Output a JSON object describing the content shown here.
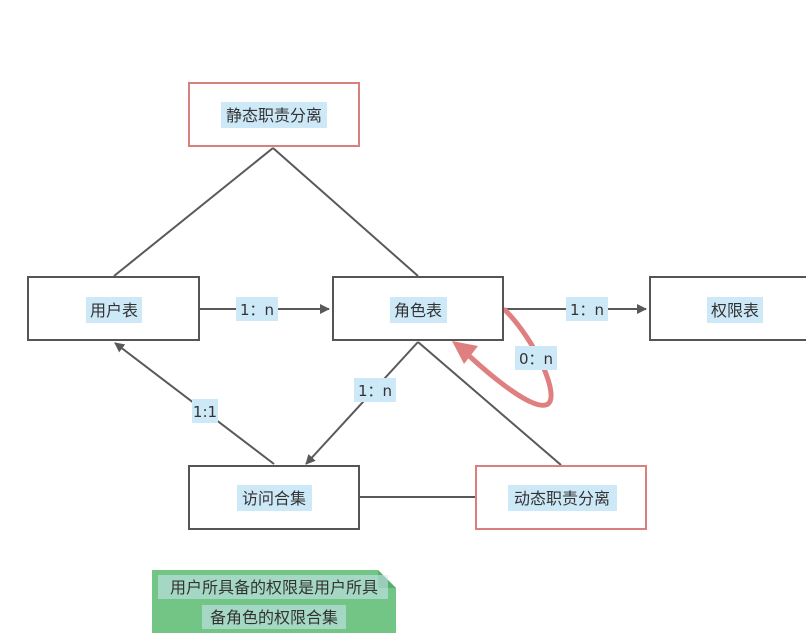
{
  "nodes": {
    "static_sod": "静态职责分离",
    "user_table": "用户表",
    "role_table": "角色表",
    "permission_table": "权限表",
    "access_set": "访问合集",
    "dynamic_sod": "动态职责分离"
  },
  "edges": {
    "user_role": "1：n",
    "role_permission": "1：n",
    "role_self": "0：n",
    "role_access": "1：n",
    "access_user": "1:1"
  },
  "note": {
    "line1": "用户所具备的权限是用户所具",
    "line2": "备角色的权限合集"
  },
  "colors": {
    "box_border": "#555555",
    "sod_border": "#d9807f",
    "label_bg": "#cde8f7",
    "line": "#595959",
    "self_arrow": "#e07f7f",
    "note_bg": "#72c585"
  }
}
